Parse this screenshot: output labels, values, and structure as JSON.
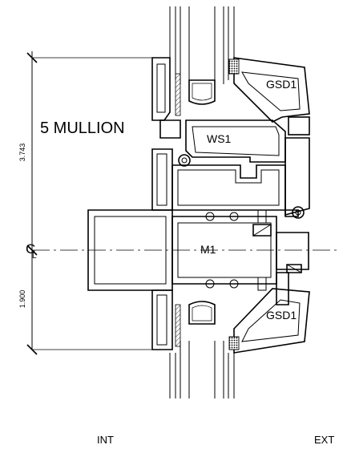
{
  "drawing": {
    "title": "5 MULLION",
    "parts": {
      "glazing_stop_top": "GSD1",
      "wall_section": "WS1",
      "mullion": "M1",
      "glazing_stop_bottom": "GSD1"
    },
    "dimensions": {
      "upper": "3.743",
      "lower": "1.900"
    },
    "centerline_symbol": "C",
    "centerline_sub": "L",
    "sides": {
      "interior": "INT",
      "exterior": "EXT"
    }
  }
}
